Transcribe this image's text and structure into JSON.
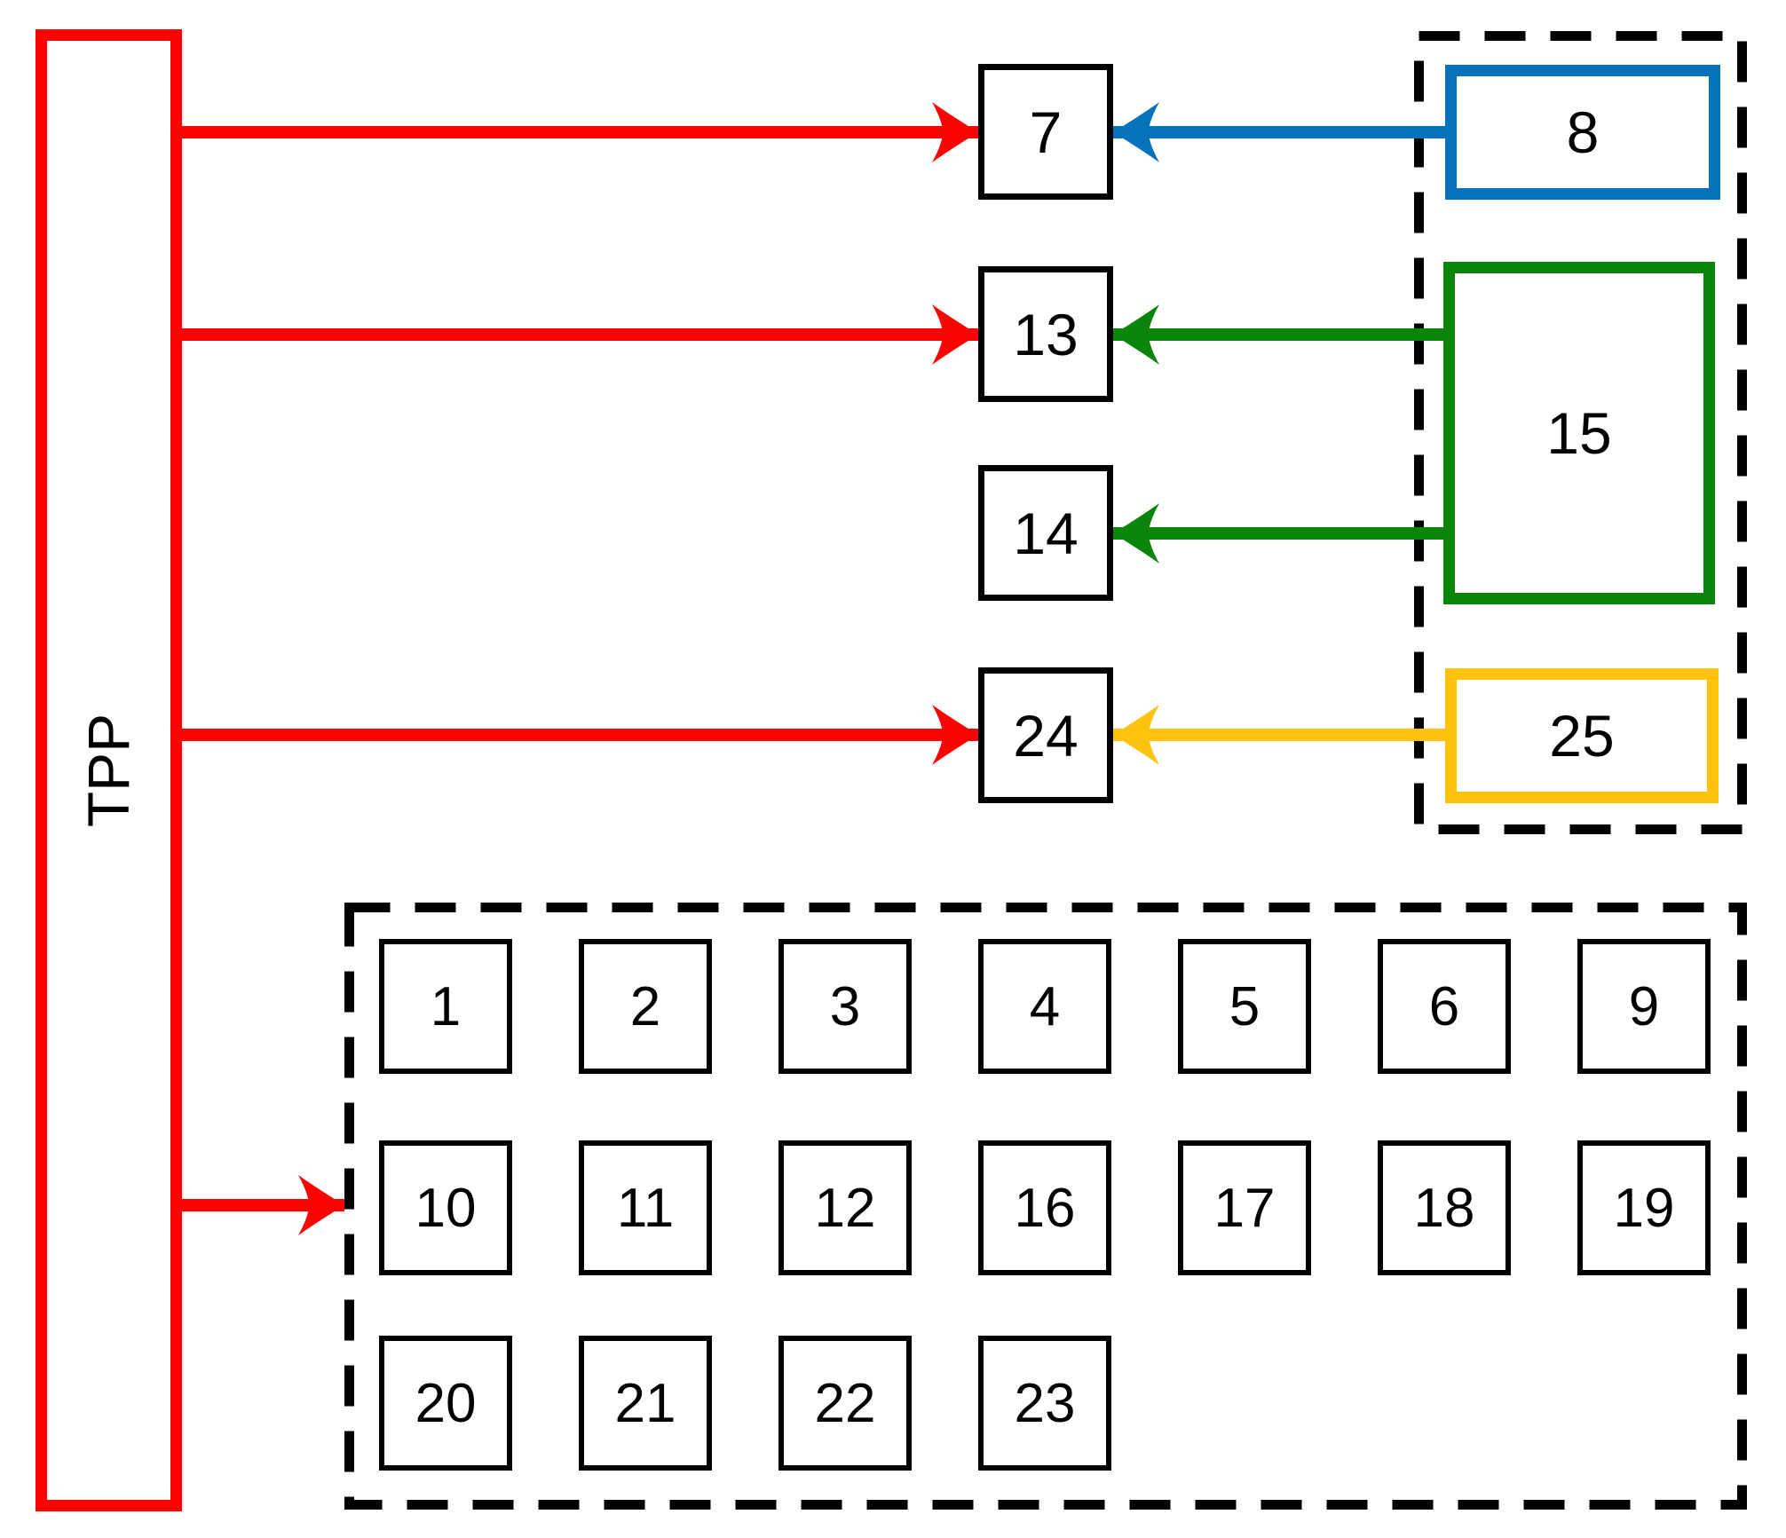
{
  "diagram": {
    "colors": {
      "red": "#FB0301",
      "blue": "#0672BC",
      "green": "#0A850A",
      "yellow": "#FFC20E",
      "black": "#000000",
      "background": "#FFFFFF"
    },
    "tpp": {
      "label": "TPP"
    },
    "mid_boxes": {
      "b7": "7",
      "b13": "13",
      "b14": "14",
      "b24": "24"
    },
    "right_group": {
      "b8": "8",
      "b15": "15",
      "b25": "25"
    },
    "grid": {
      "rows": [
        [
          "1",
          "2",
          "3",
          "4",
          "5",
          "6",
          "9"
        ],
        [
          "10",
          "11",
          "12",
          "16",
          "17",
          "18",
          "19"
        ],
        [
          "20",
          "21",
          "22",
          "23"
        ]
      ]
    },
    "edges": [
      {
        "from": "TPP",
        "to": "7",
        "color": "red"
      },
      {
        "from": "TPP",
        "to": "13",
        "color": "red"
      },
      {
        "from": "TPP",
        "to": "24",
        "color": "red"
      },
      {
        "from": "TPP",
        "to": "grid",
        "color": "red"
      },
      {
        "from": "8",
        "to": "7",
        "color": "blue"
      },
      {
        "from": "15",
        "to": "13",
        "color": "green"
      },
      {
        "from": "15",
        "to": "14",
        "color": "green"
      },
      {
        "from": "25",
        "to": "24",
        "color": "yellow"
      }
    ]
  }
}
